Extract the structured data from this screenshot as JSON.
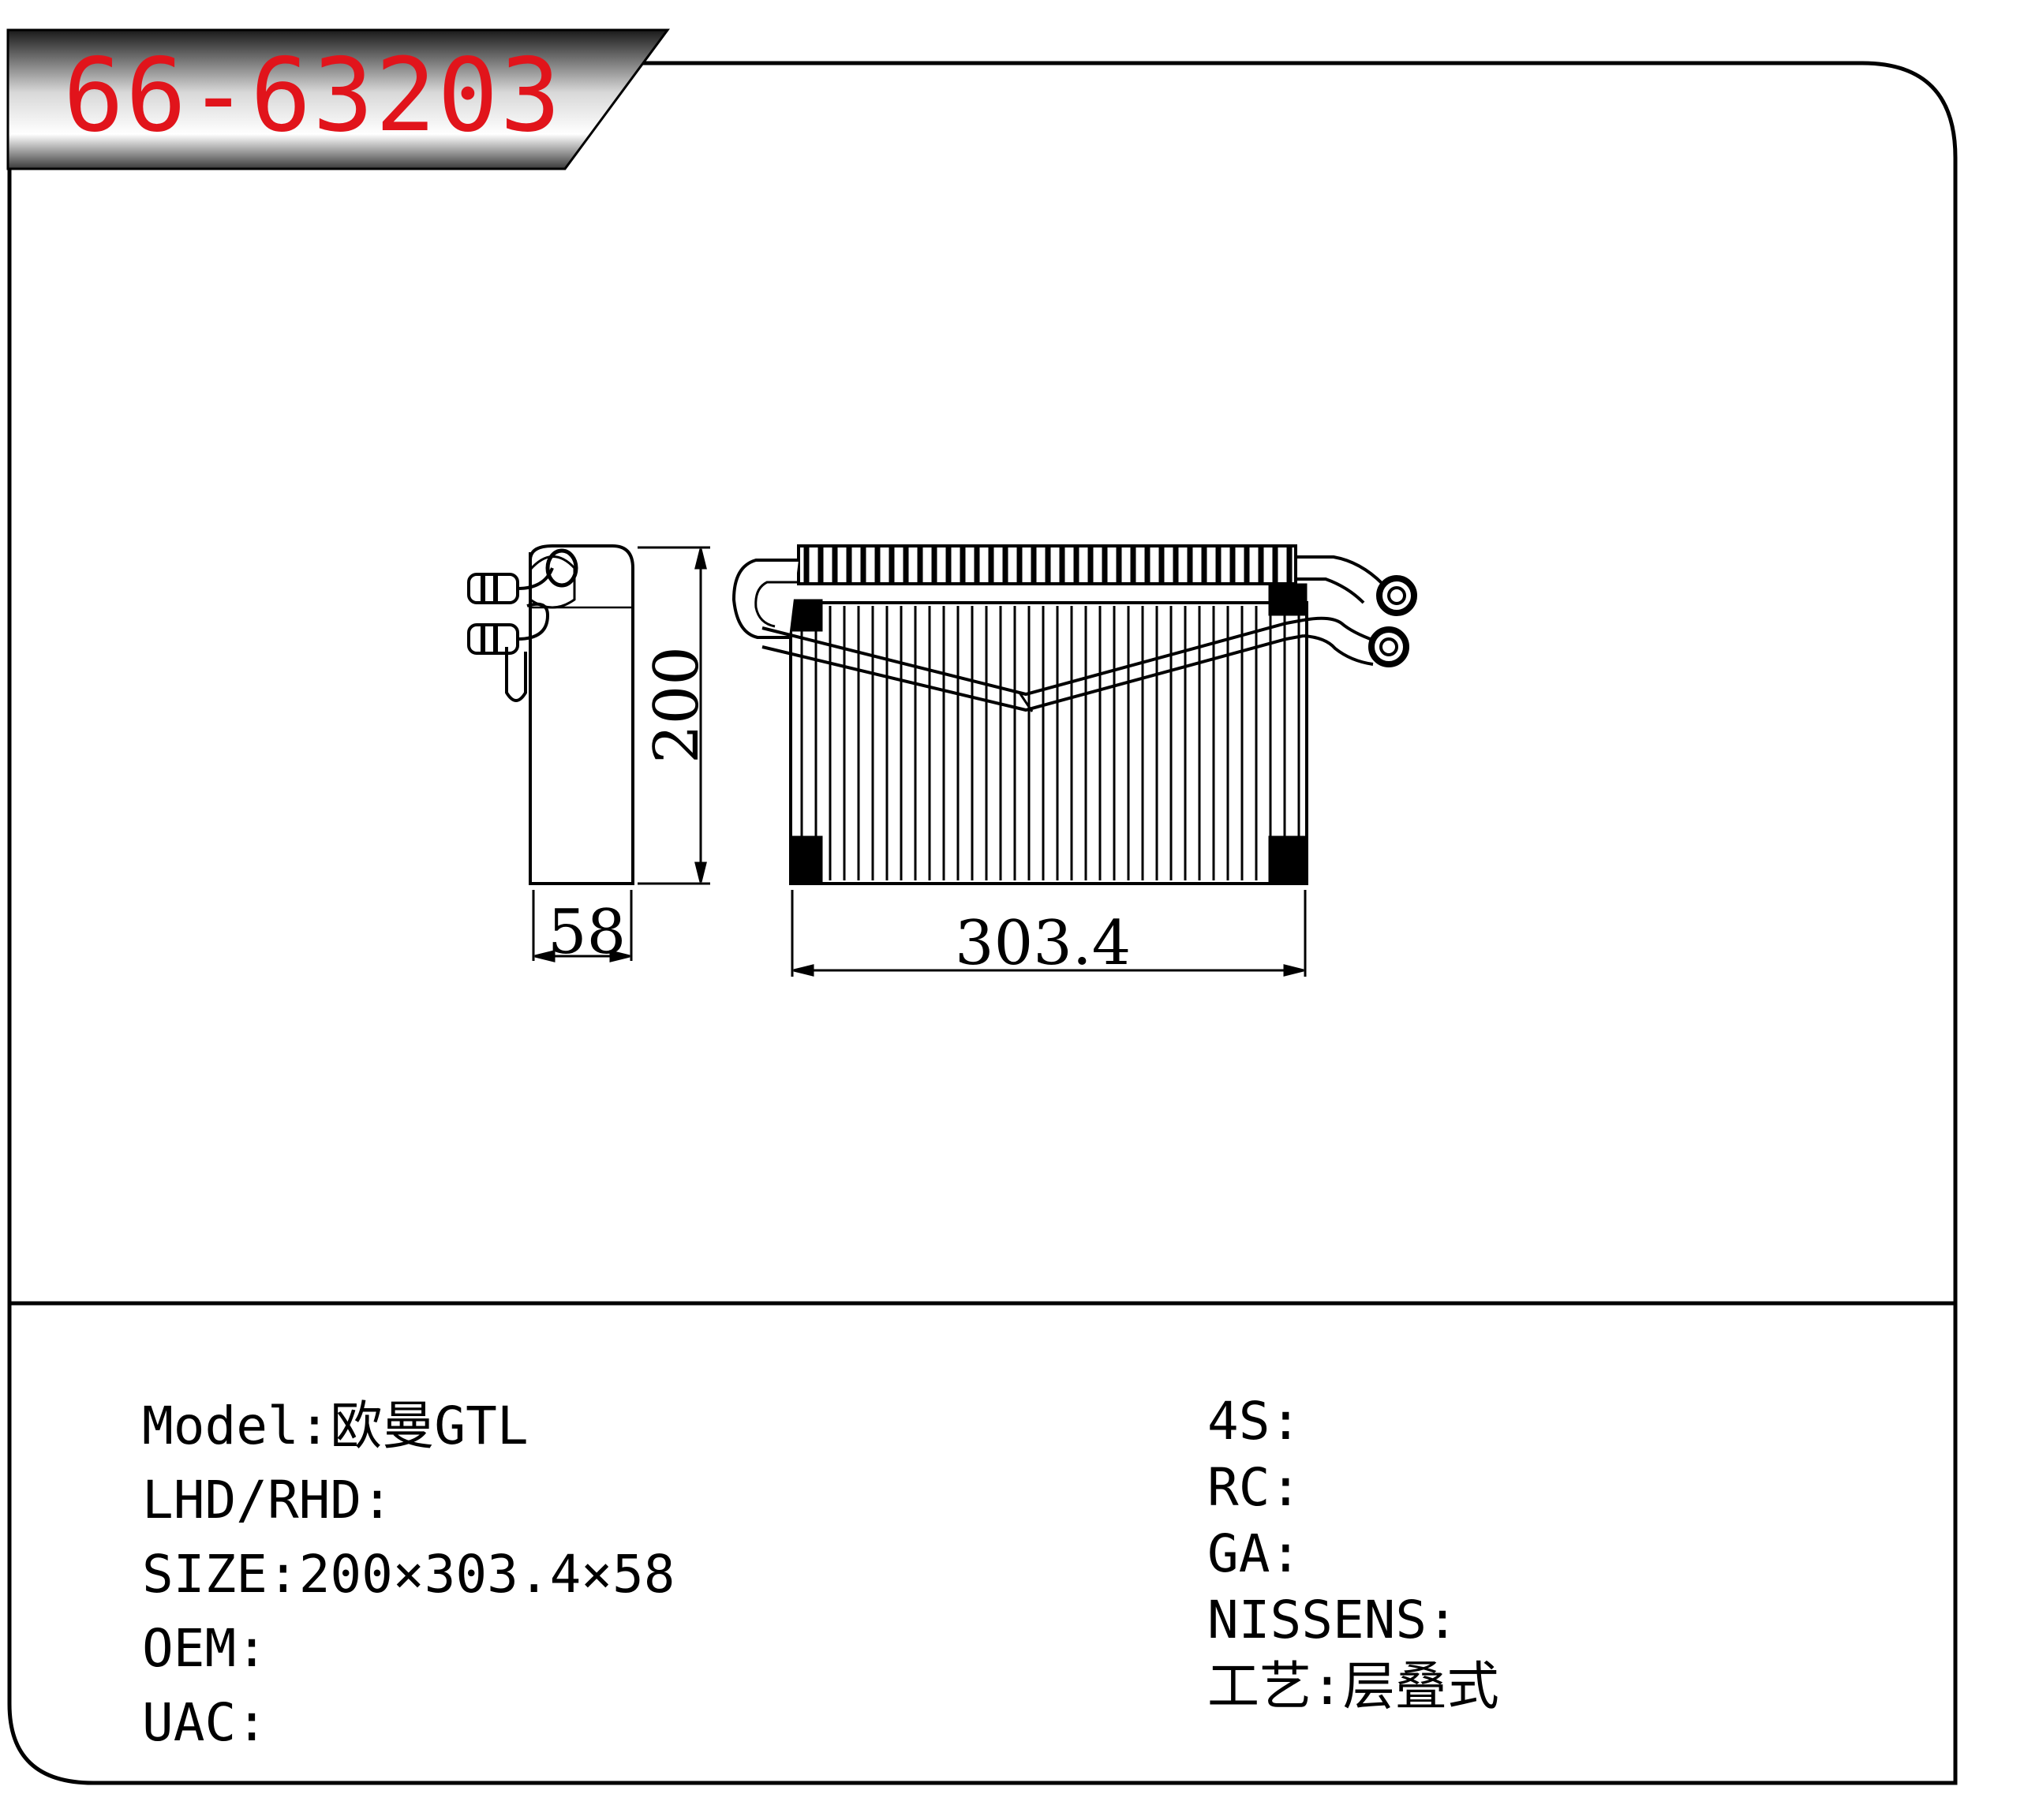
{
  "part_number": "66-63203",
  "drawing": {
    "height_dim": "200",
    "depth_dim": "58",
    "width_dim": "303.4"
  },
  "specs_left": [
    {
      "label": "Model:",
      "value": "欧曼GTL"
    },
    {
      "label": "LHD/RHD:",
      "value": ""
    },
    {
      "label": "SIZE:",
      "value": "200×303.4×58"
    },
    {
      "label": "OEM:",
      "value": ""
    },
    {
      "label": "UAC:",
      "value": ""
    }
  ],
  "specs_right": [
    {
      "label": "4S:",
      "value": ""
    },
    {
      "label": "RC:",
      "value": ""
    },
    {
      "label": "GA:",
      "value": ""
    },
    {
      "label": "NISSENS:",
      "value": ""
    },
    {
      "label": "工艺:",
      "value": "层叠式"
    }
  ],
  "colors": {
    "title_red": "#e1141b",
    "banner_dark": "#2b2b2b",
    "border": "#000000"
  }
}
